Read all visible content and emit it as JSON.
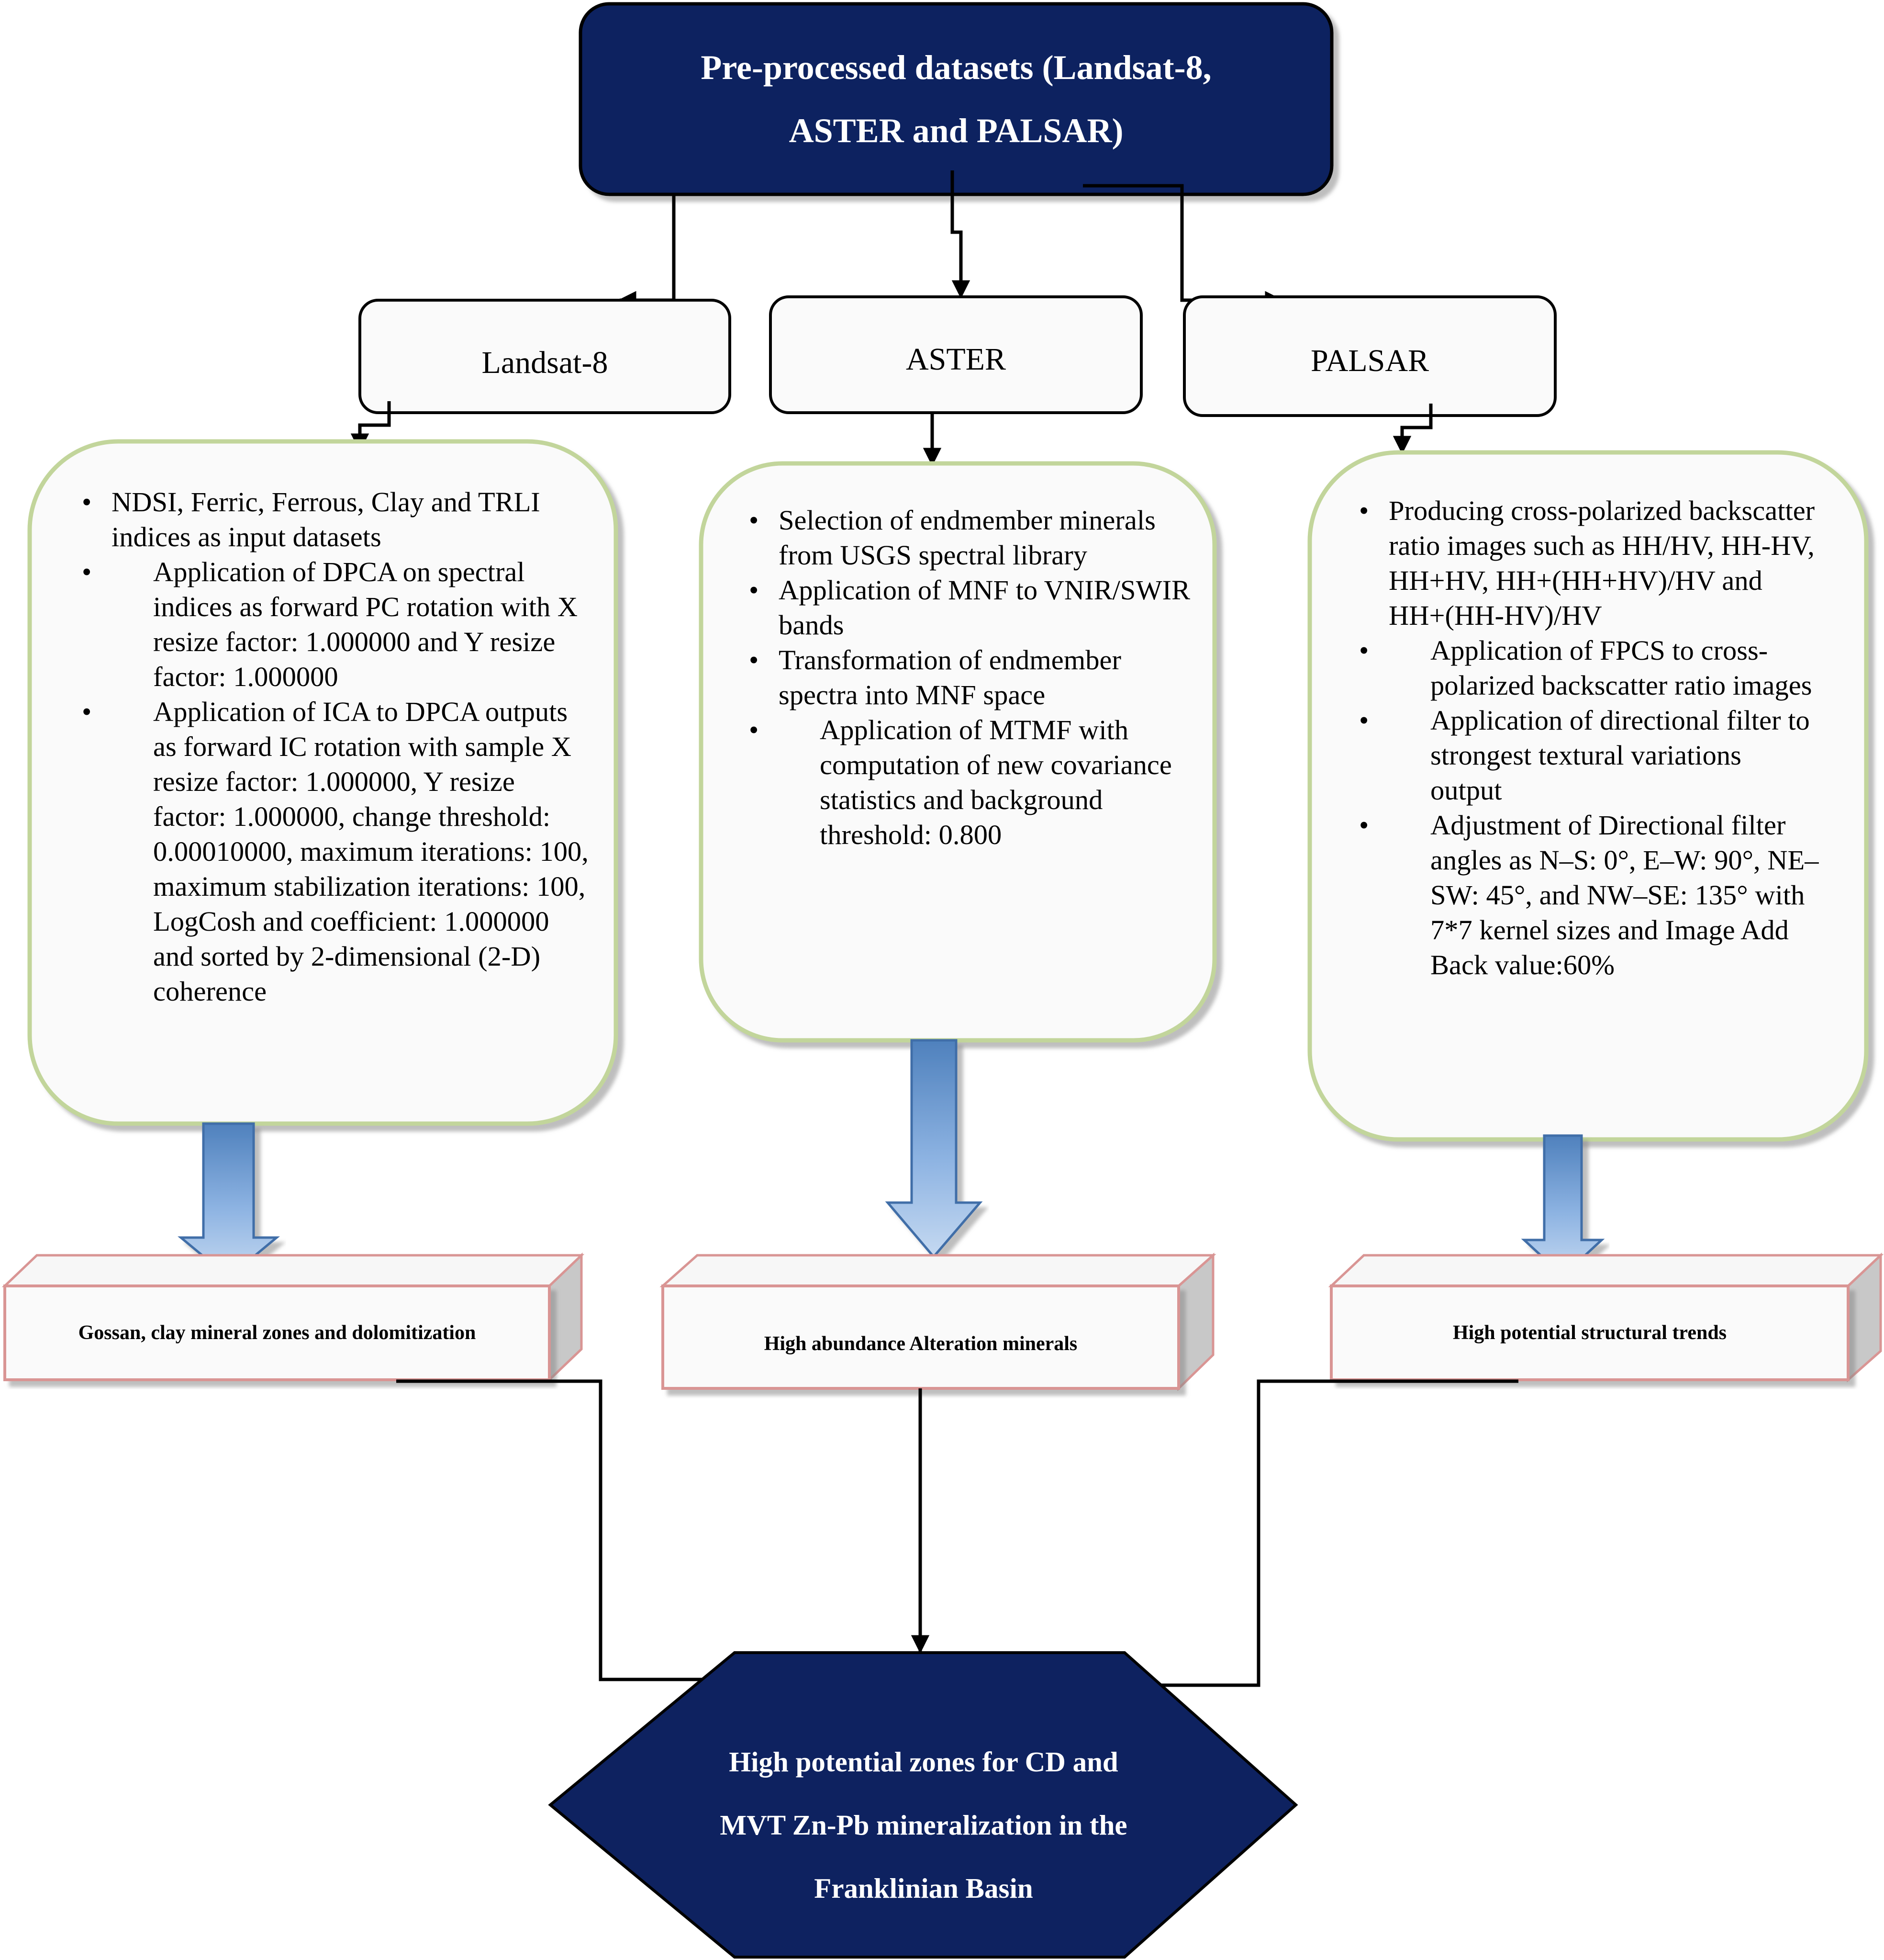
{
  "diagram": {
    "top_node": {
      "lines": [
        "Pre-processed datasets (Landsat-8,",
        "ASTER and PALSAR)"
      ]
    },
    "dataset_nodes": [
      {
        "label": "Landsat-8"
      },
      {
        "label": "ASTER"
      },
      {
        "label": "PALSAR"
      }
    ],
    "process_boxes": [
      {
        "items": [
          "NDSI, Ferric, Ferrous, Clay and TRLI indices as input datasets",
          "Application of DPCA on spectral indices as forward PC rotation with X resize factor: 1.000000 and Y resize factor: 1.000000",
          "Application of ICA to DPCA outputs as forward IC rotation with sample X resize factor: 1.000000, Y resize factor: 1.000000, change threshold: 0.00010000, maximum iterations: 100, maximum stabilization iterations: 100, LogCosh and coefficient: 1.000000 and sorted by 2-dimensional (2-D) coherence"
        ]
      },
      {
        "items": [
          "Selection of endmember minerals from USGS spectral library",
          "Application of MNF to VNIR/SWIR bands",
          "Transformation of endmember spectra into MNF space",
          "Application of MTMF with computation of new covariance statistics and background threshold: 0.800"
        ]
      },
      {
        "items": [
          "Producing cross-polarized backscatter ratio images such as HH/HV, HH-HV, HH+HV, HH+(HH+HV)/HV and HH+(HH-HV)/HV",
          "Application of FPCS to cross-polarized backscatter ratio images",
          "Application of directional filter to strongest textural variations output",
          "Adjustment of Directional filter angles as N–S: 0°, E–W: 90°, NE–SW: 45°, and NW–SE: 135° with 7*7 kernel sizes and Image Add Back value:60%"
        ]
      }
    ],
    "result_nodes": [
      {
        "label": "Gossan, clay mineral zones and dolomitization"
      },
      {
        "label": "High abundance Alteration minerals"
      },
      {
        "label": "High potential structural trends"
      }
    ],
    "final_node": {
      "lines": [
        "High potential zones for CD and",
        "MVT Zn-Pb mineralization in the",
        "Franklinian Basin"
      ]
    },
    "colors": {
      "navy": "#0e2260",
      "process_border": "#c2d59b",
      "process_fill": "#fafafa",
      "result_border": "#d99594",
      "result_side": "#c8c8c8",
      "arrow_top": "#4f81bd",
      "arrow_bottom": "#c5d9f1"
    }
  }
}
